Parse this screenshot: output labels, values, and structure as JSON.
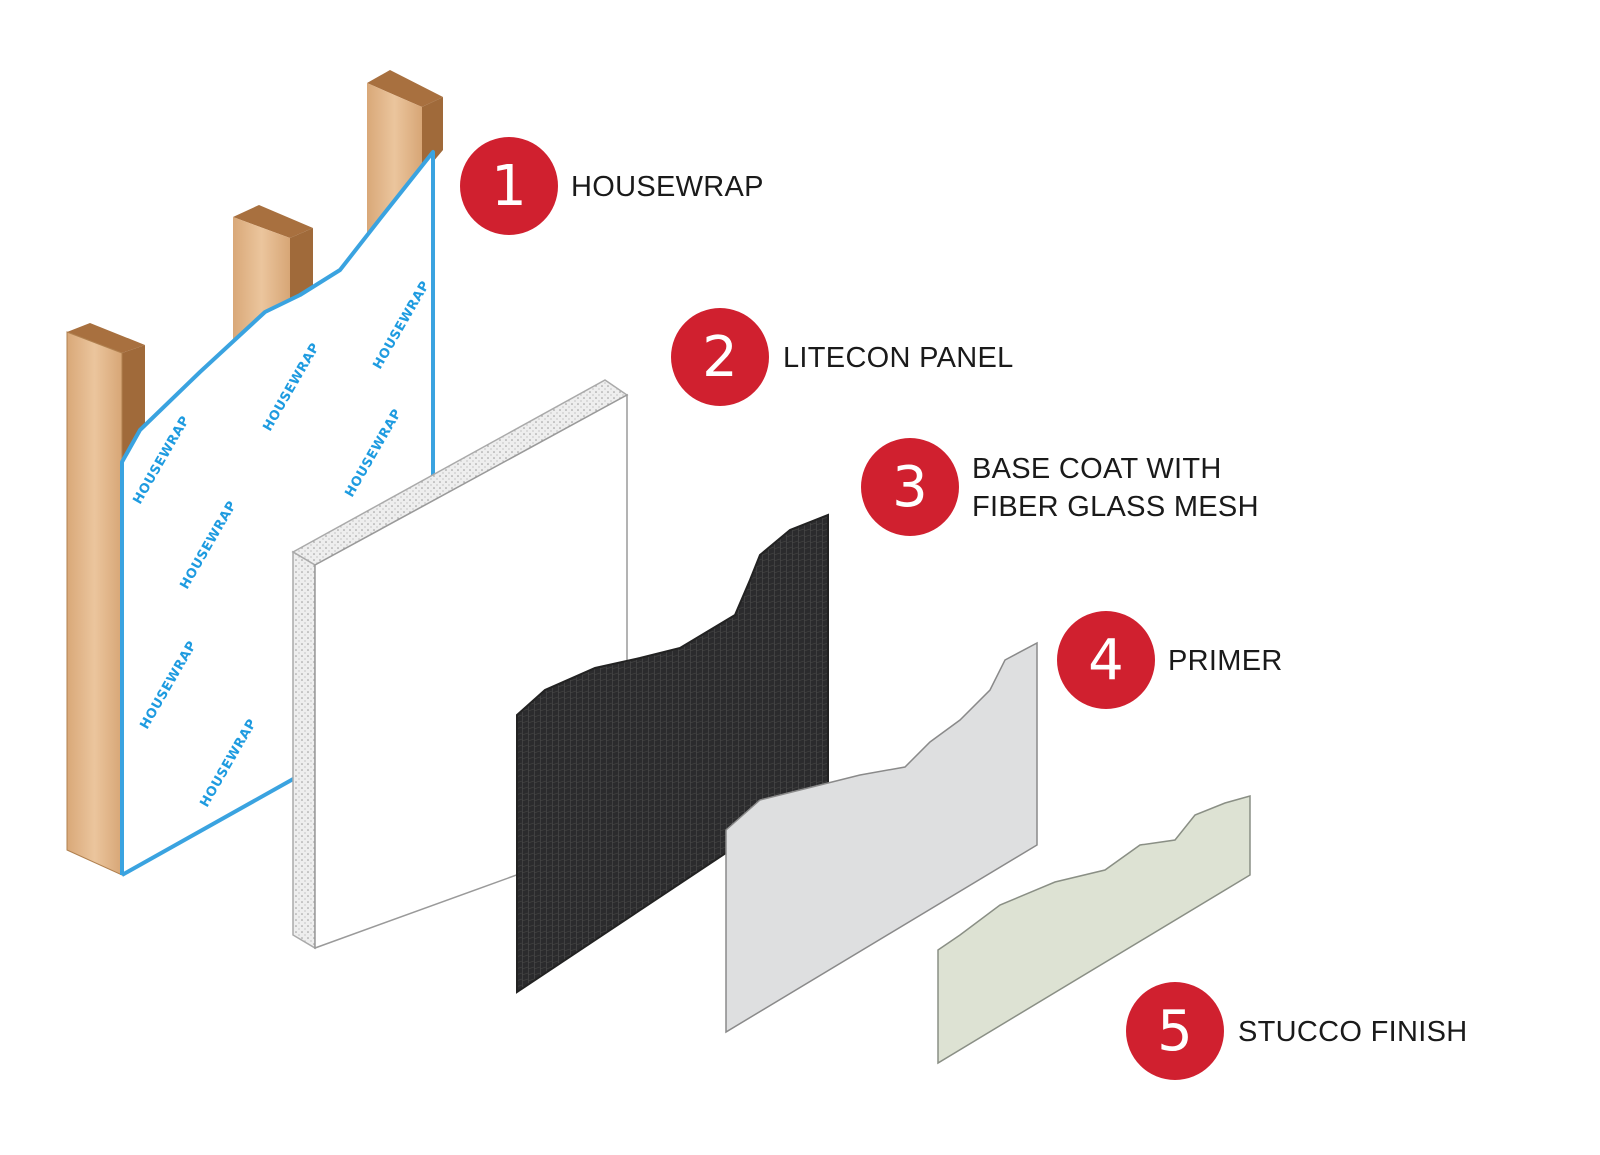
{
  "layers": [
    {
      "number": "1",
      "label": "HOUSEWRAP"
    },
    {
      "number": "2",
      "label": "LITECON PANEL"
    },
    {
      "number": "3",
      "label": "BASE COAT WITH",
      "label_line2": "FIBER GLASS MESH"
    },
    {
      "number": "4",
      "label": "PRIMER"
    },
    {
      "number": "5",
      "label": "STUCCO FINISH"
    }
  ],
  "housewrap_print": "HOUSEWRAP",
  "colors": {
    "badge": "#d0202f",
    "wrap_edge": "#3aa3e0",
    "wood": "#e2b78c",
    "wood_dark": "#9c6a3f",
    "mesh": "#2c2c2e",
    "primer": "#dedfe0",
    "stucco": "#dde2d3"
  }
}
